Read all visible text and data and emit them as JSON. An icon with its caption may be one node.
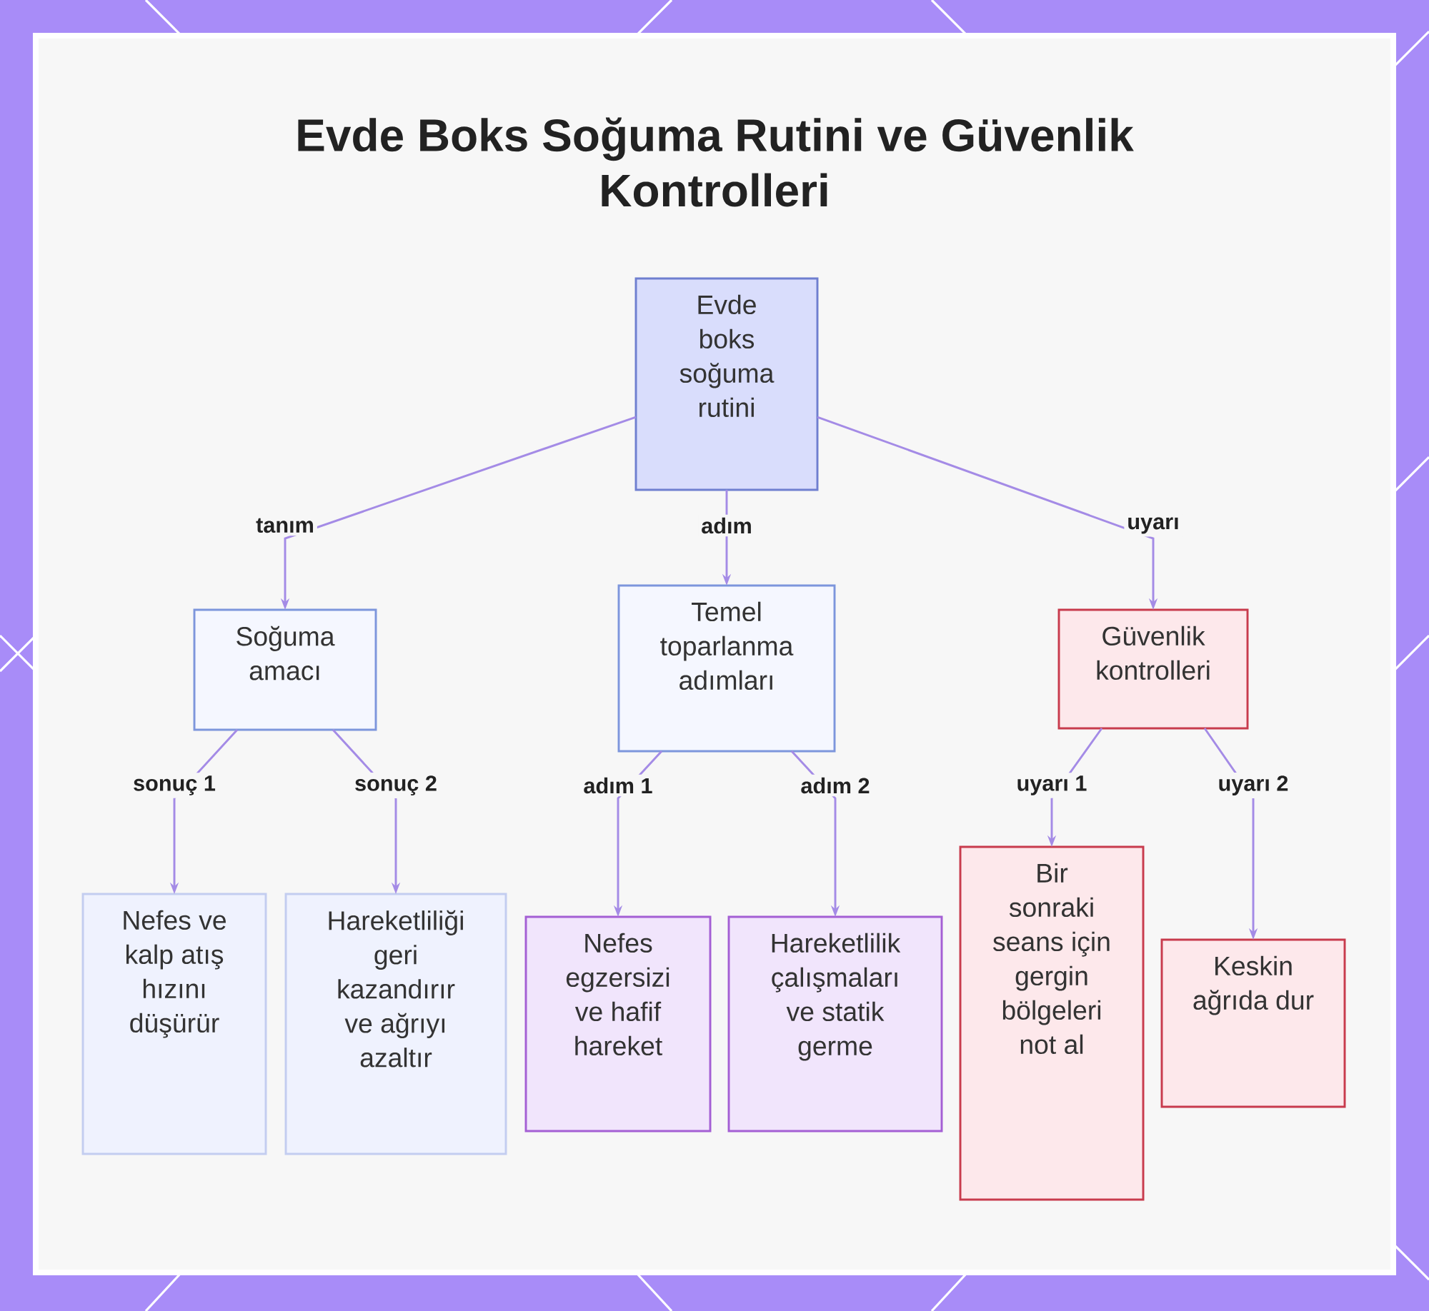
{
  "diagram": {
    "title": "Evde Boks Soğuma Rutini ve Güvenlik Kontrolleri",
    "nodes": [
      {
        "text": [
          "Evde boks soğuma rutini"
        ]
      },
      {
        "text": [
          "Soğuma amacı"
        ]
      },
      {
        "text": [
          "Temel toparlanma adımları"
        ]
      },
      {
        "text": [
          "Güvenlik kontrolleri"
        ]
      },
      {
        "text": [
          "Nefes ve kalp atış hızını düşürür"
        ]
      },
      {
        "text": [
          "Hareketliliği geri kazandırır ve ağrıyı azaltır"
        ]
      },
      {
        "text": [
          "Nefes egzersizi ve hafif hareket"
        ]
      },
      {
        "text": [
          "Hareketlilik çalışmaları ve statik germe"
        ]
      },
      {
        "text": [
          "Bir sonraki seans için gergin bölgeleri not al"
        ]
      },
      {
        "text": [
          "Keskin ağrıda dur"
        ]
      }
    ],
    "edges": [
      {
        "from": 0,
        "to": 1,
        "arrow": "to",
        "label": "tanım"
      },
      {
        "from": 0,
        "to": 2,
        "arrow": "to",
        "label": "adım"
      },
      {
        "from": 0,
        "to": 3,
        "arrow": "to",
        "label": "uyarı"
      },
      {
        "from": 1,
        "to": 4,
        "arrow": "to",
        "label": "sonuç 1"
      },
      {
        "from": 1,
        "to": 5,
        "arrow": "to",
        "label": "sonuç 2"
      },
      {
        "from": 2,
        "to": 6,
        "arrow": "to",
        "label": "adım 1"
      },
      {
        "from": 2,
        "to": 7,
        "arrow": "to",
        "label": "adım 2"
      },
      {
        "from": 3,
        "to": 8,
        "arrow": "to",
        "label": "uyarı 1"
      },
      {
        "from": 3,
        "to": 9,
        "arrow": "to",
        "label": "uyarı 2"
      }
    ]
  }
}
